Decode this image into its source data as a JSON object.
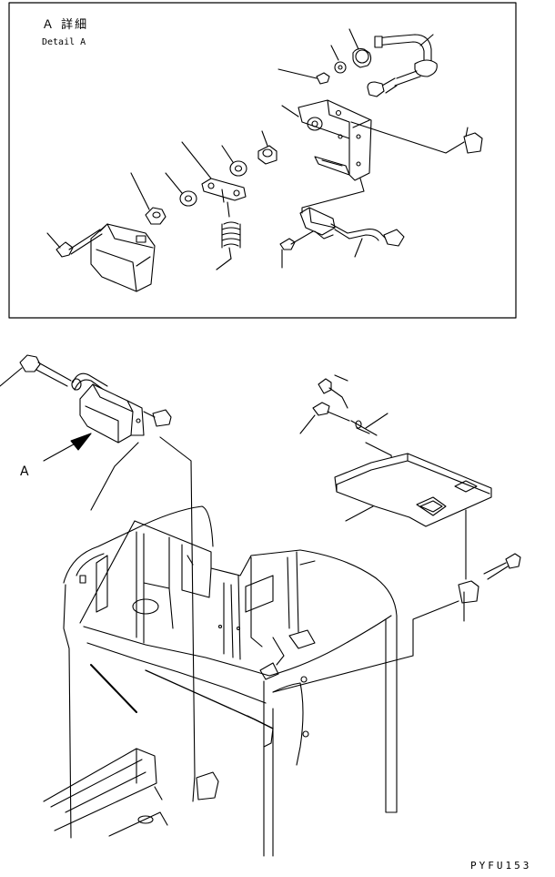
{
  "detail": {
    "title_jp": "Ａ 詳細",
    "title_en": "Detail A"
  },
  "main_view": {
    "view_letter": "A"
  },
  "footer": {
    "drawing_code": "PYFU153"
  },
  "colors": {
    "line": "#000000",
    "background": "#ffffff"
  }
}
